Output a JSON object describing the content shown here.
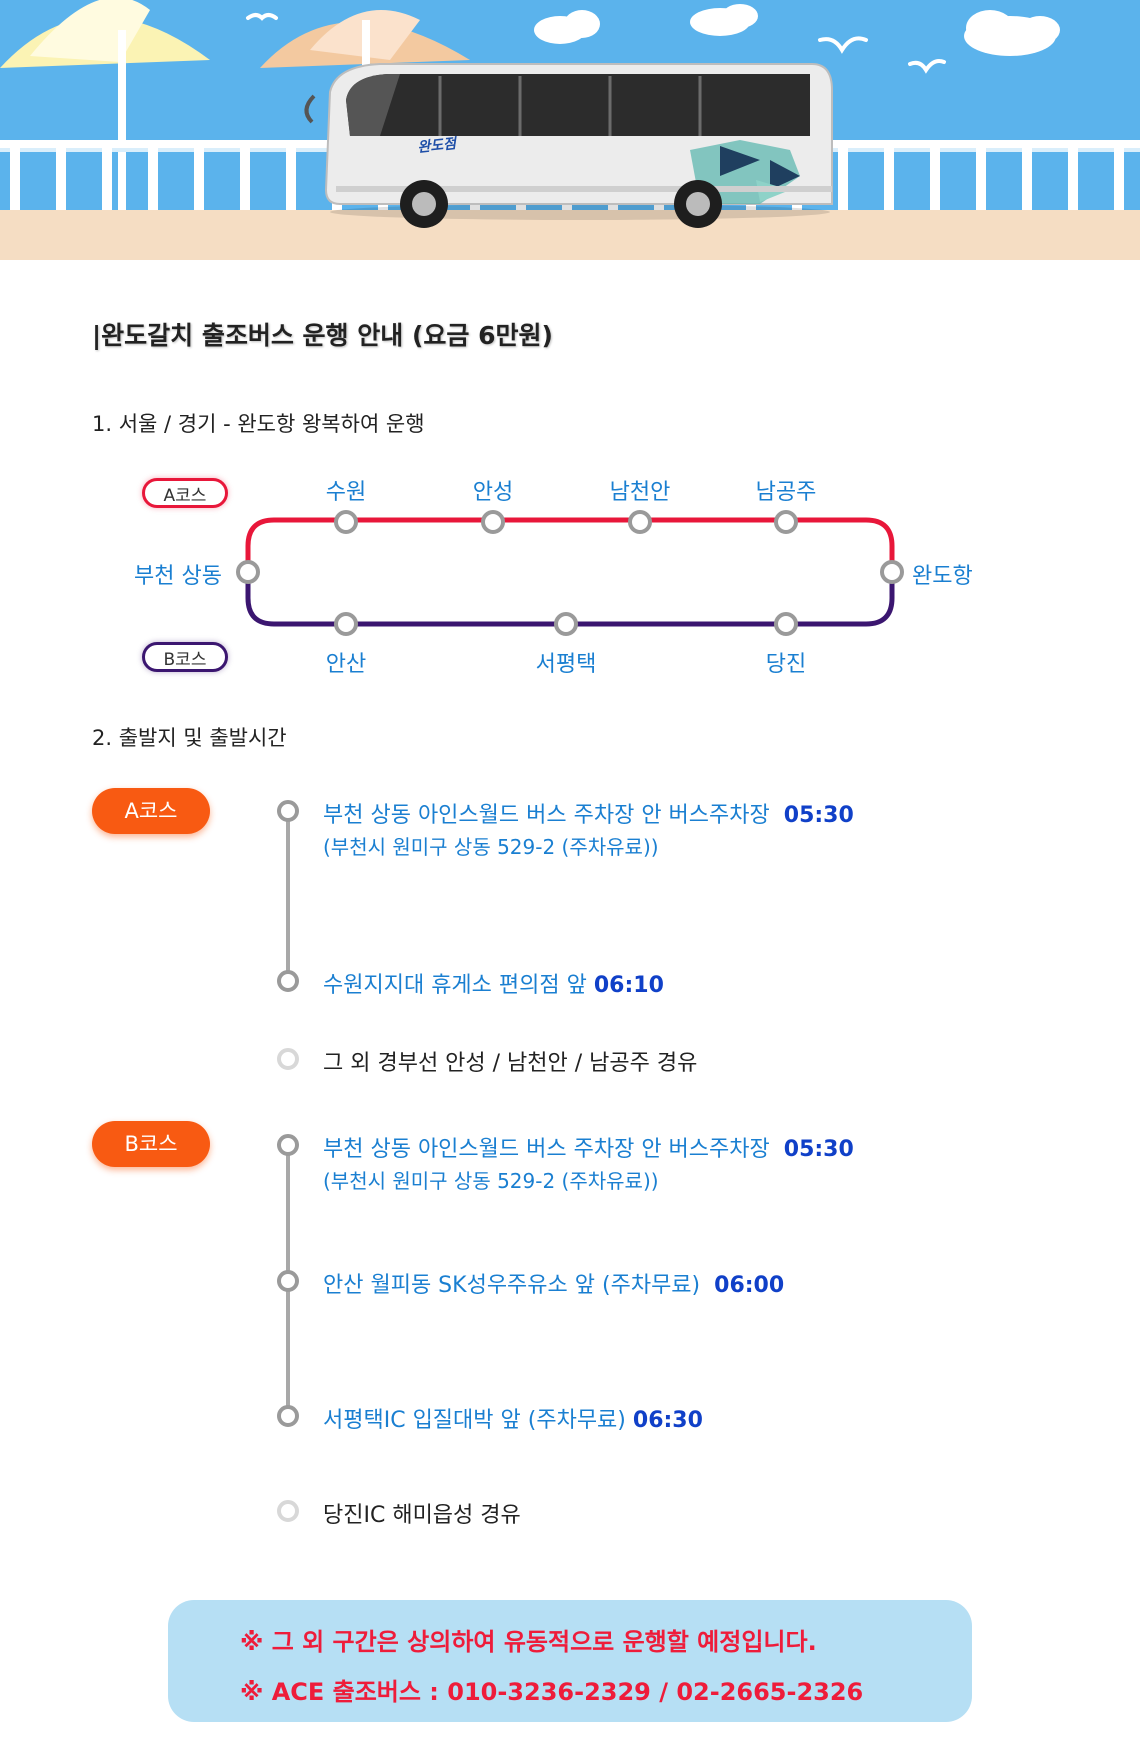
{
  "hero": {
    "bus_label": "완도점",
    "colors": {
      "sky": "#5bb3ec",
      "sand": "#f5ddc3",
      "bus_body": "#e9e9e9"
    }
  },
  "title": "|완도갈치 출조버스 운행 안내 (요금 6만원)",
  "route": {
    "heading": "1. 서울 / 경기 - 완도항 왕복하여 운행",
    "a_label": "A코스",
    "b_label": "B코스",
    "start": "부천 상동",
    "end": "완도항",
    "a_stops": [
      "수원",
      "안성",
      "남천안",
      "남공주"
    ],
    "b_stops": [
      "안산",
      "서평택",
      "당진"
    ],
    "colors": {
      "a_line": "#e8173a",
      "b_line": "#3b1670"
    }
  },
  "departure": {
    "heading": "2. 출발지 및 출발시간",
    "a_course": {
      "label": "A코스",
      "stops": [
        {
          "name": "부천 상동 아인스월드 버스 주차장 안 버스주차장",
          "time": "05:30",
          "sub": "(부천시 원미구 상동 529-2 (주차유료))"
        },
        {
          "name": "수원지지대 휴게소 편의점 앞",
          "time": "06:10"
        }
      ],
      "via": "그 외 경부선 안성 / 남천안 / 남공주 경유"
    },
    "b_course": {
      "label": "B코스",
      "stops": [
        {
          "name": "부천 상동 아인스월드 버스 주차장 안 버스주차장",
          "time": "05:30",
          "sub": "(부천시 원미구 상동 529-2 (주차유료))"
        },
        {
          "name": "안산 월피동 SK성우주유소 앞 (주차무료)",
          "time": "06:00"
        },
        {
          "name": "서평택IC 입질대박 앞 (주차무료)",
          "time": "06:30"
        }
      ],
      "via": "당진IC 해미읍성 경유"
    },
    "colors": {
      "pill": "#f85a12",
      "time": "#1040c8",
      "text": "#1a7fd1"
    }
  },
  "notice": {
    "line1": "※ 그 외 구간은 상의하여 유동적으로 운행할 예정입니다.",
    "line2": "※ ACE 출조버스 : 010-3236-2329 / 02-2665-2326",
    "colors": {
      "bg": "#b6dff4",
      "text": "#ee1c3a"
    }
  }
}
